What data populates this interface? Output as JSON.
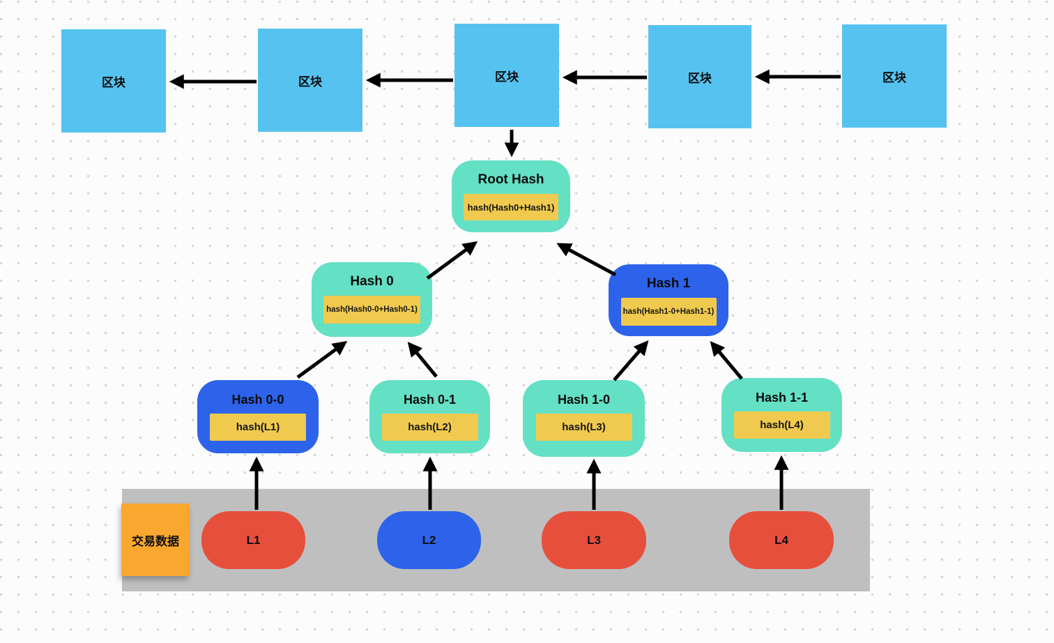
{
  "diagram": {
    "blockchain": {
      "blocks": [
        {
          "label": "区块"
        },
        {
          "label": "区块"
        },
        {
          "label": "区块"
        },
        {
          "label": "区块"
        },
        {
          "label": "区块"
        }
      ]
    },
    "merkle_tree": {
      "root": {
        "title": "Root Hash",
        "formula": "hash(Hash0+Hash1)"
      },
      "hash0": {
        "title": "Hash 0",
        "formula": "hash(Hash0-0+Hash0-1)"
      },
      "hash1": {
        "title": "Hash 1",
        "formula": "hash(Hash1-0+Hash1-1)"
      },
      "hash00": {
        "title": "Hash 0-0",
        "formula": "hash(L1)"
      },
      "hash01": {
        "title": "Hash 0-1",
        "formula": "hash(L2)"
      },
      "hash10": {
        "title": "Hash 1-0",
        "formula": "hash(L3)"
      },
      "hash11": {
        "title": "Hash 1-1",
        "formula": "hash(L4)"
      }
    },
    "transactions": {
      "label": "交易数据",
      "leaves": [
        {
          "label": "L1"
        },
        {
          "label": "L2"
        },
        {
          "label": "L3"
        },
        {
          "label": "L4"
        }
      ]
    },
    "colors": {
      "block_blue": "#56C2F0",
      "teal": "#64E0C4",
      "royal_blue": "#2D63EA",
      "red": "#E74F3D",
      "yellow": "#F0CA4E",
      "sticky_orange": "#FAA72F",
      "band_gray": "#BFBFBF",
      "arrow_black": "#000000"
    }
  }
}
